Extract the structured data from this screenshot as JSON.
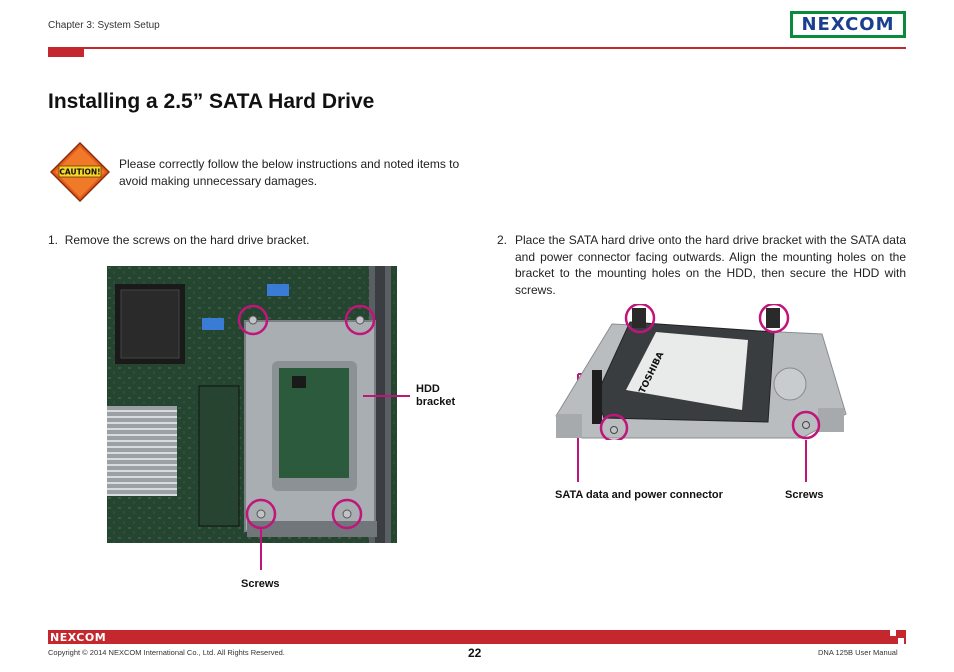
{
  "header": {
    "chapter": "Chapter 3: System Setup",
    "logo_text": "NEXCOM"
  },
  "colors": {
    "brand_red": "#c4272e",
    "brand_green": "#0b8a3b",
    "brand_blue": "#1b3f8f",
    "callout_magenta": "#c0157a"
  },
  "page": {
    "title": "Installing a 2.5” SATA Hard Drive",
    "caution": {
      "sign_text": "CAUTION!",
      "text": "Please correctly follow the below instructions and noted items to avoid making unnecessary damages."
    },
    "steps": [
      {
        "number": "1.",
        "text": "Remove the screws on the hard drive bracket."
      },
      {
        "number": "2.",
        "text": "Place the SATA hard drive onto the hard drive bracket with the SATA data and power connector facing outwards. Align the mounting holes on the bracket to the mounting holes on the HDD, then secure the HDD with screws."
      }
    ],
    "figure1": {
      "hdd_label_line1": "HDD",
      "hdd_label_line2": "bracket",
      "screws_label": "Screws"
    },
    "figure2": {
      "hdd_brand": "TOSHIBA",
      "sata_label": "SATA data and power connector",
      "screws_label": "Screws"
    }
  },
  "footer": {
    "logo_text": "NEXCOM",
    "copyright": "Copyright © 2014 NEXCOM International Co., Ltd. All Rights Reserved.",
    "page_number": "22",
    "manual": "DNA 125B User Manual"
  }
}
